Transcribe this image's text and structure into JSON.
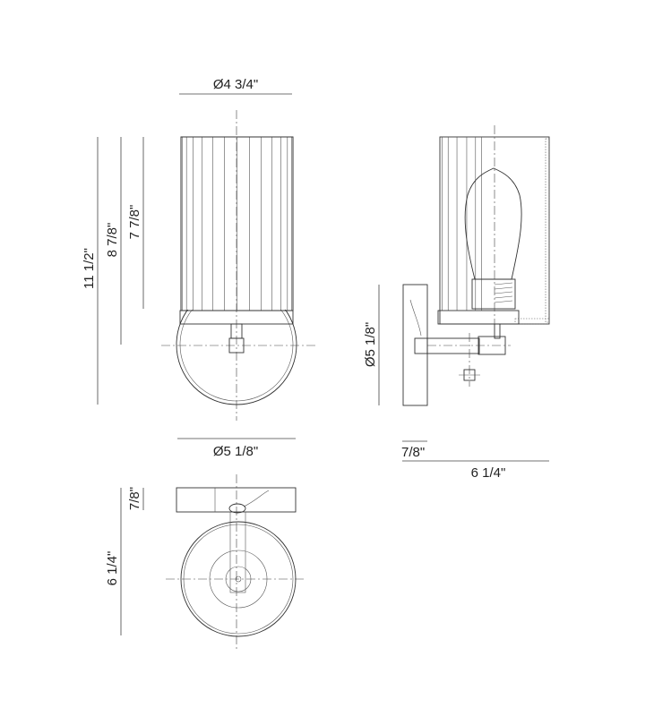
{
  "drawing": {
    "front_view": {
      "shade_diameter": "Ø4 3/4\"",
      "backplate_diameter": "Ø5 1/8\"",
      "overall_height": "11 1/2\"",
      "height_to_center": "8 7/8\"",
      "shade_height": "7 7/8\""
    },
    "side_view": {
      "backplate_diameter": "Ø5 1/8\"",
      "backplate_depth": "7/8\"",
      "overall_extension": "6 1/4\""
    },
    "bottom_view": {
      "extension": "6 1/4\"",
      "backplate_depth": "7/8\""
    }
  },
  "colors": {
    "line": "#333333",
    "background": "#ffffff"
  }
}
